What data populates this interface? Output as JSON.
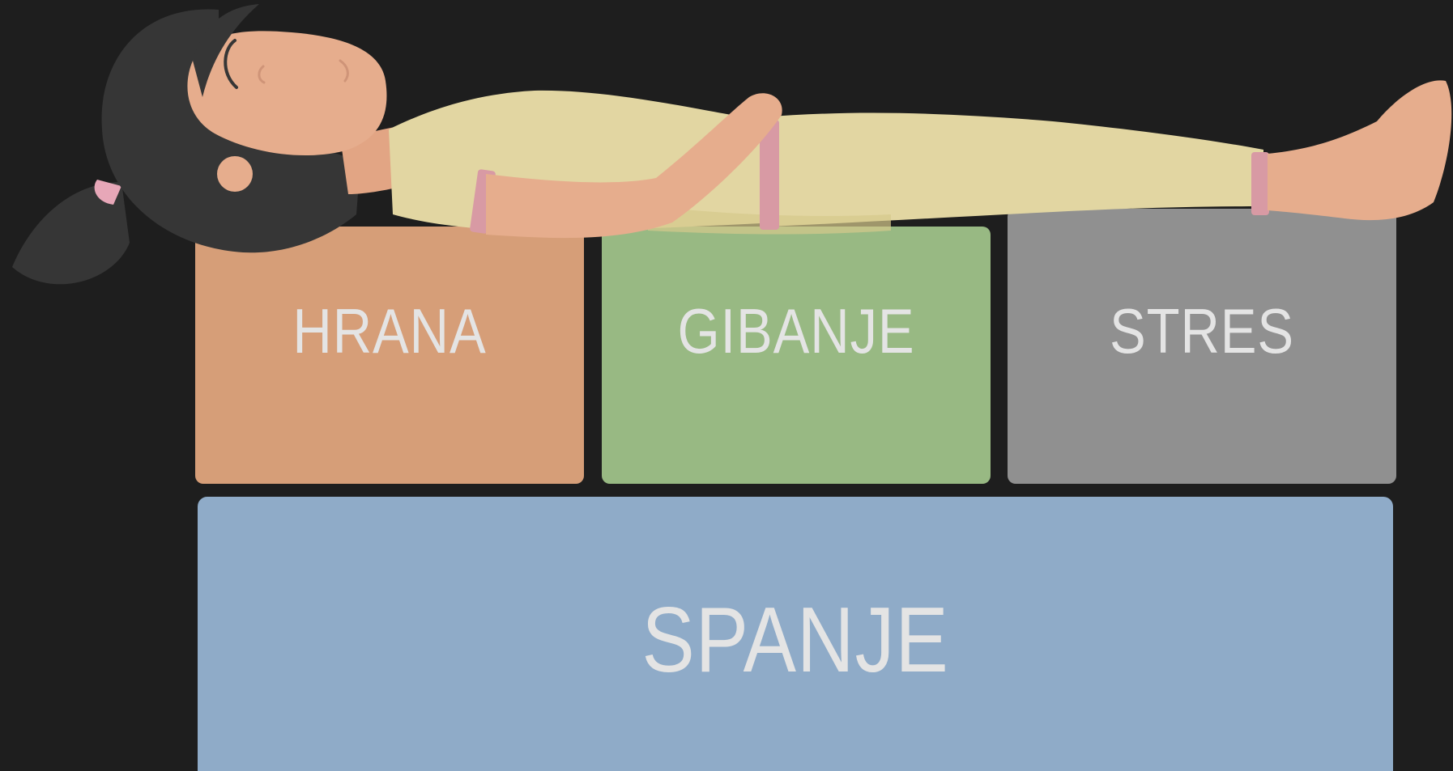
{
  "blocks": {
    "food": {
      "label": "HRANA",
      "color": "#d69e78"
    },
    "movement": {
      "label": "GIBANJE",
      "color": "#98b983"
    },
    "stress": {
      "label": "STRES",
      "color": "#909090"
    },
    "sleep": {
      "label": "SPANJE",
      "color": "#8fabc8"
    }
  },
  "colors": {
    "background": "#1e1e1e",
    "skin": "#e6ad8d",
    "skin_shadow": "#d99b7c",
    "hair": "#363636",
    "pajamas": "#e2d6a2",
    "pajama_bands": "#d89aa4",
    "label_text": "#e4e4e4"
  },
  "illustration": {
    "subject": "woman-lying-on-blocks",
    "icon": "sleeping-woman-icon"
  }
}
